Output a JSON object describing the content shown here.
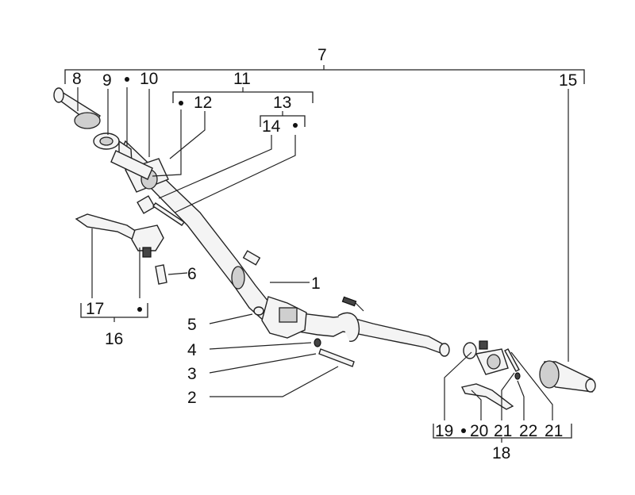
{
  "callouts": {
    "c1": "1",
    "c2": "2",
    "c3": "3",
    "c4": "4",
    "c5": "5",
    "c6": "6",
    "c7": "7",
    "c8": "8",
    "c9": "9",
    "c10": "10",
    "c11": "11",
    "c12": "12",
    "c13": "13",
    "c14": "14",
    "c15": "15",
    "c16": "16",
    "c17": "17",
    "c18": "18",
    "c19": "19",
    "c20": "20",
    "c21a": "21",
    "c22": "22",
    "c21b": "21"
  },
  "colors": {
    "ink": "#222222",
    "fill": "#f4f4f4",
    "shade": "#cfcfcf",
    "background": "#ffffff"
  }
}
